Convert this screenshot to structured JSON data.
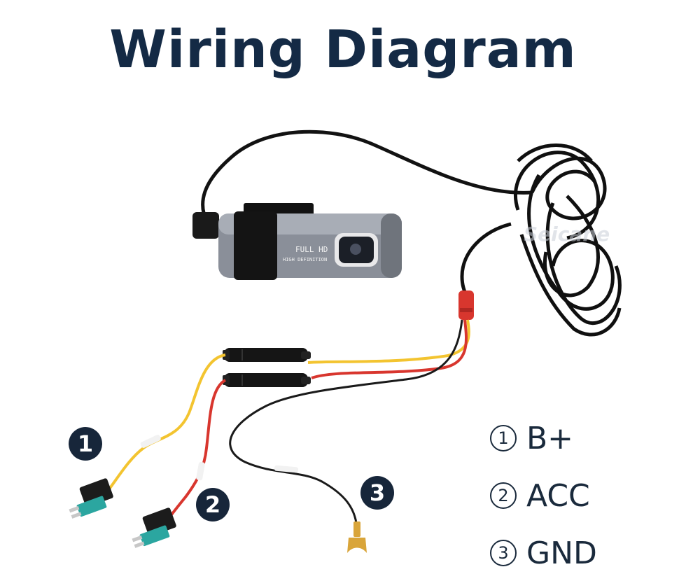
{
  "title": "Wiring Diagram",
  "camera": {
    "line1": "FULL HD",
    "line2": "HIGH DEFINITION"
  },
  "watermark": "Seicane",
  "badges": [
    "1",
    "2",
    "3"
  ],
  "legend": [
    {
      "num": "1",
      "label": "B+"
    },
    {
      "num": "2",
      "label": "ACC"
    },
    {
      "num": "3",
      "label": "GND"
    }
  ],
  "colors": {
    "title": "#142a45",
    "badge": "#17263a",
    "wire_black": "#111111",
    "wire_yellow": "#f3c430",
    "wire_red": "#d8362e",
    "fuse_blue": "#2ba6a0",
    "terminal": "#d9a53a"
  }
}
